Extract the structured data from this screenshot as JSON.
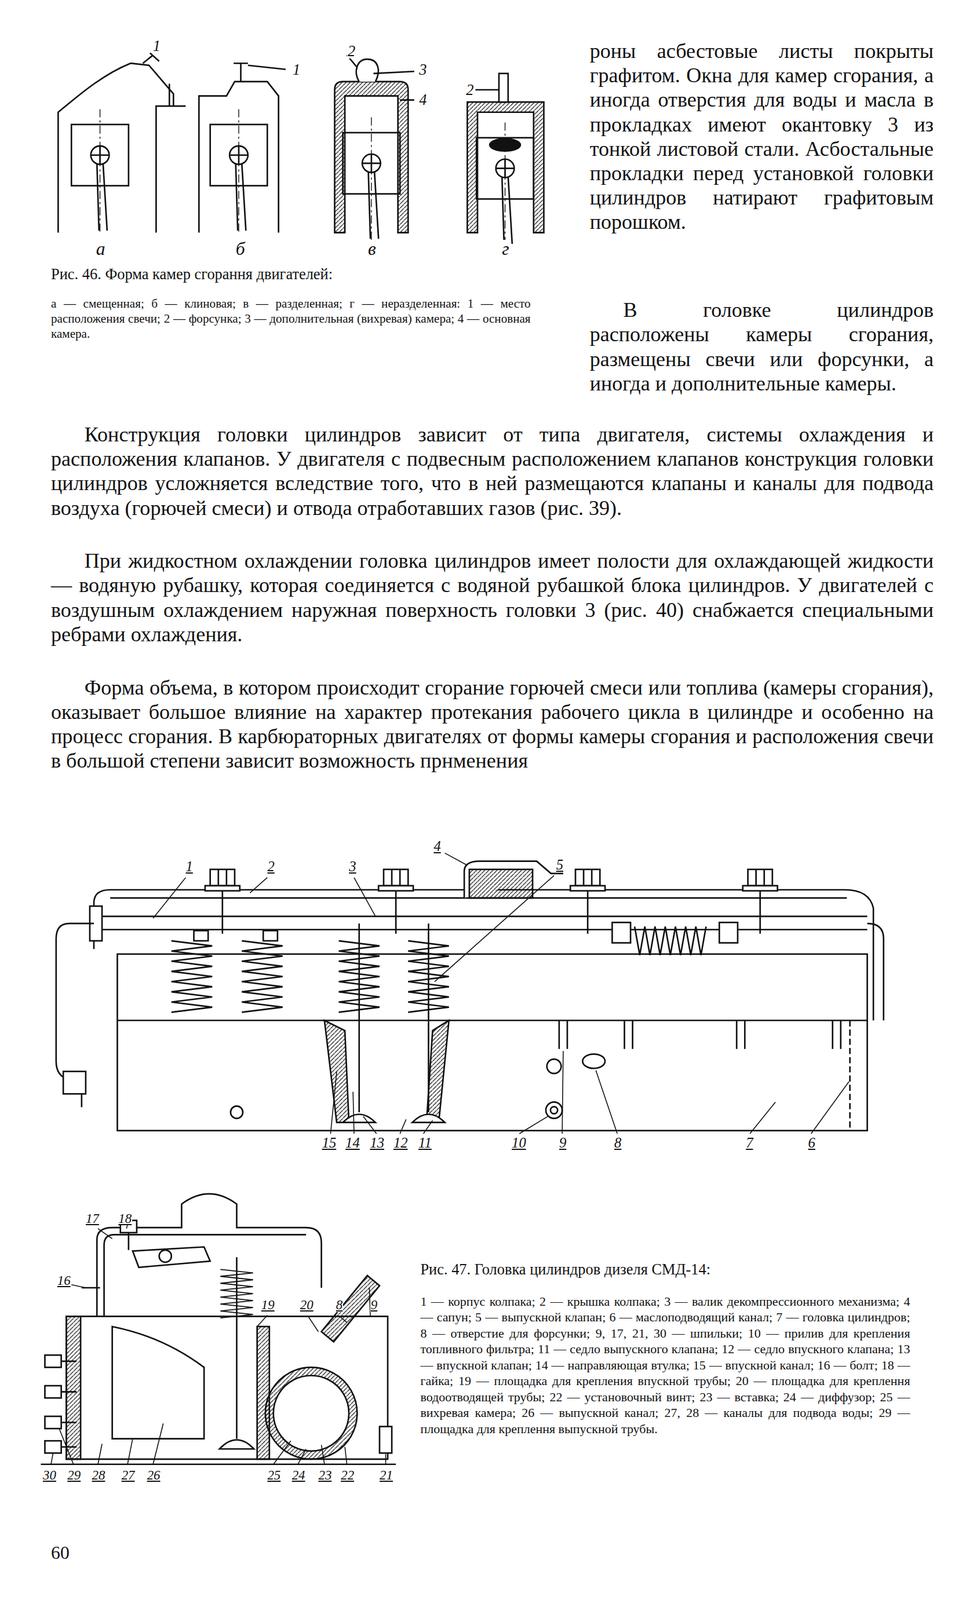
{
  "diagram": {
    "labels": [
      "роны асбестовые листы покрыты графитом. Окна для камер сгорания, а иногда отверстия для воды и масла в прокладках имеют окантовку 3 из тонкой листовой стали. Асбостальные прокладки перед установкой головки цилиндров натирают графитовым порошком.",
      "В головке цилиндров расположены камеры сгорания, размещены свечи или форсунки, а иногда и дополнительные камеры.",
      "Рис. 46. Форма камер сгорання двигателей:",
      "а — смещенная; б — клиновая; в — разделенная; г — неразделенная: 1 — место расположения свечи; 2 — форсунка; 3 — дополнительная (вихревая) камера; 4 — основная камера.",
      "1",
      "1",
      "2",
      "3",
      "4",
      "2",
      "а",
      "б",
      "в",
      "г",
      "Конструкция головки цилиндров зависит от типа двигателя, системы охлаждения и расположения клапанов. У двигателя с подвесным расположением клапанов конструкция головки цилиндров усложняется вследствие того, что в ней размещаются клапаны и каналы для подвода воздуха (горючей смеси) и отвода отработавших газов (рис. 39).",
      "При жидкостном охлаждении головка цилиндров имеет полости для охлаждающей жидкости — водяную рубашку, которая соединяется с водяной рубашкой блока цилиндров. У двигателей с воздушным охлаждением наружная поверхность головки 3 (рис. 40) снабжается специальными ребрами охлаждения.",
      "Форма объема, в котором происходит сгорание горючей смеси или топлива (камеры сгорания), оказывает большое влияние на характер протекания рабочего цикла в цилиндре и особенно на процесс сгорания. В карбюраторных двигателях от формы камеры сгорания и расположения свечи в большой степени зависит возможность прнменения",
      "1",
      "2",
      "3",
      "4",
      "5",
      "15",
      "14",
      "13",
      "12",
      "11",
      "10",
      "9",
      "8",
      "7",
      "6",
      "17",
      "18",
      "16",
      "19",
      "20",
      "8",
      "9",
      "30",
      "29",
      "28",
      "27",
      "26",
      "25",
      "24",
      "23",
      "22",
      "21",
      "Рис. 47. Головка цилиндров дизеля СМД-14:",
      "1 — корпус колпака; 2 — крышка колпака; 3 — валик декомпрессионного механизма; 4 — сапун; 5 — выпускной клапан; 6 — маслоподводящий канал; 7 — головка цилиндров; 8 — отверстие для форсунки; 9, 17, 21, 30 — шпильки; 10 — прилив для крепления топливного фильтра; 11 — седло выпускного клапана; 12 — седло впускного клапана; 13 — впускной клапан; 14 — направляющая втулка; 15 — впускной канал; 16 — болт; 18 — гайка; 19 — площадка для крепления впускной трубы; 20 — площадка для креплення водоотводящей трубы; 22 — установочный винт; 23 — вставка; 24 — диффузор; 25 — вихревая камера; 26 — выпускной канал; 27, 28 — каналы для подвода воды; 29 — площадка для креплення выпускной трубы.",
      "60"
    ]
  }
}
